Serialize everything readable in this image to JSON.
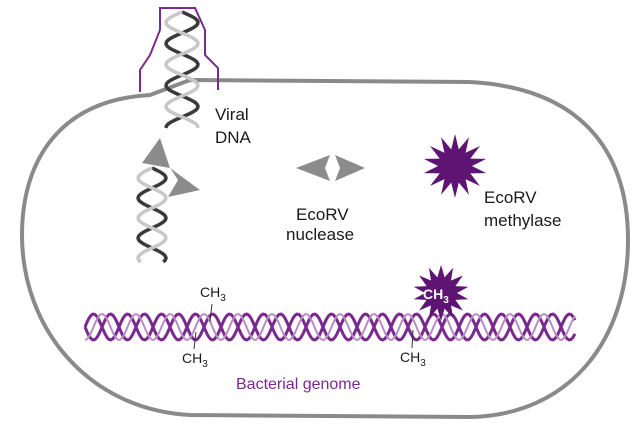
{
  "labels": {
    "viral_line1": "Viral",
    "viral_line2": "DNA",
    "nuclease_line1": "EcoRV",
    "nuclease_line2": "nuclease",
    "methylase_line1": "EcoRV",
    "methylase_line2": "methylase",
    "genome": "Bacterial genome"
  },
  "methyl": {
    "base": "CH",
    "sub": "3"
  },
  "colors": {
    "cell_outline": "#8a8a8a",
    "purple": "#7a2a8c",
    "dark_purple": "#5e1473",
    "gray_shape": "#8c8c8c",
    "helix_dark": "#3a3a3a",
    "helix_light": "#c8c8c8"
  }
}
